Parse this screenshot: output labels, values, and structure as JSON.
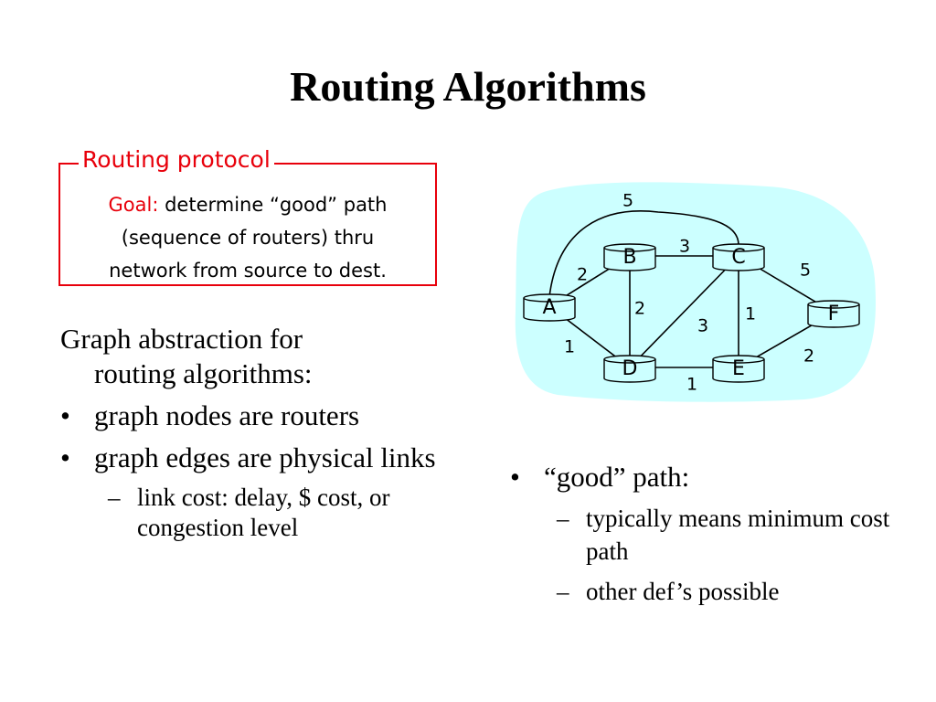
{
  "slide": {
    "title": "Routing Algorithms"
  },
  "protocol_box": {
    "label": "Routing protocol",
    "goal_label": "Goal:",
    "goal_text": " determine “good” path",
    "line2": "(sequence of routers) thru",
    "line3": "network from source to dest."
  },
  "left_text": {
    "intro_line1": "Graph abstraction for",
    "intro_line2": "routing algorithms:",
    "bullets": [
      "graph nodes are routers",
      "graph edges are physical links"
    ],
    "sub_bullet": "link cost: delay, $ cost, or congestion level"
  },
  "right_text": {
    "bullet": "“good” path:",
    "sub_bullets": [
      "typically means minimum cost path",
      "other def’s possible"
    ]
  },
  "network": {
    "nodes": [
      "A",
      "B",
      "C",
      "D",
      "E",
      "F"
    ],
    "edges": [
      {
        "from": "A",
        "to": "C",
        "cost": "5"
      },
      {
        "from": "B",
        "to": "C",
        "cost": "3"
      },
      {
        "from": "A",
        "to": "B",
        "cost": "2"
      },
      {
        "from": "C",
        "to": "F",
        "cost": "5"
      },
      {
        "from": "B",
        "to": "D",
        "cost": "2"
      },
      {
        "from": "C",
        "to": "E",
        "cost": "1"
      },
      {
        "from": "C",
        "to": "D",
        "cost": "3"
      },
      {
        "from": "A",
        "to": "D",
        "cost": "1"
      },
      {
        "from": "E",
        "to": "F",
        "cost": "2"
      },
      {
        "from": "D",
        "to": "E",
        "cost": "1"
      }
    ],
    "cloud_color": "#ccffff",
    "node_fill": "#ccffff",
    "protocol_color": "#e8000b"
  }
}
